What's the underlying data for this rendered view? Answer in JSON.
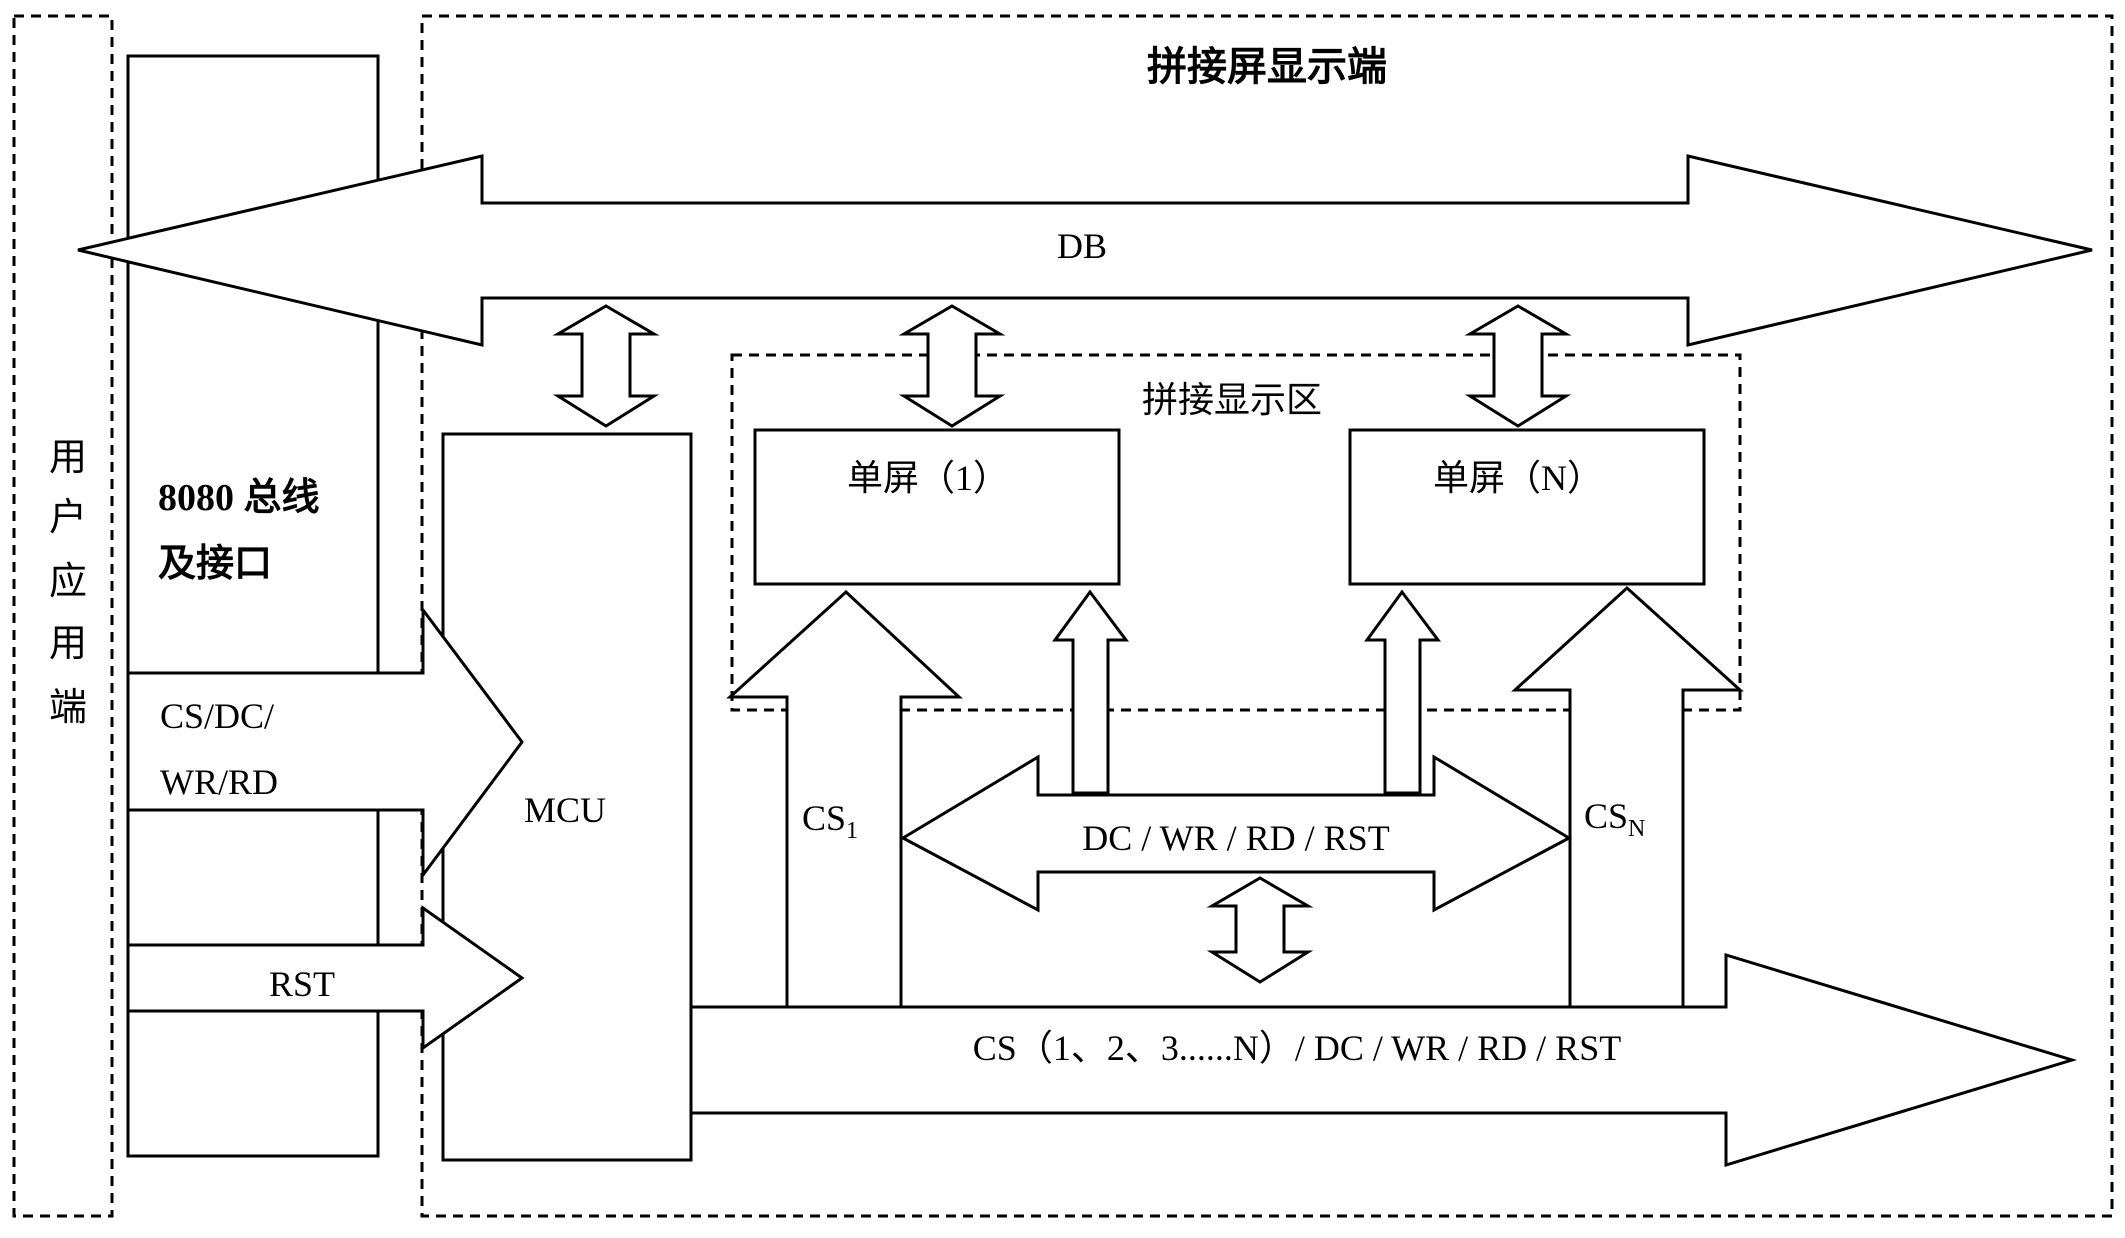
{
  "labels": {
    "user_side": [
      "用",
      "户",
      "应",
      "用",
      "端"
    ],
    "display_side": "拼接屏显示端",
    "bus_line1": "8080 总线",
    "bus_line2": "及接口",
    "db": "DB",
    "splice_area": "拼接显示区",
    "screen_1": "单屏（1）",
    "screen_n": "单屏（N）",
    "cs_dc_line1": "CS/DC/",
    "cs_dc_line2": "WR/RD",
    "rst_in": "RST",
    "mcu": "MCU",
    "cs1_base": "CS",
    "cs1_sub": "1",
    "csn_base": "CS",
    "csn_sub": "N",
    "dc_bus": "DC / WR / RD / RST",
    "bottom_bus": "CS（1、2、3......N）/ DC / WR / RD / RST"
  }
}
